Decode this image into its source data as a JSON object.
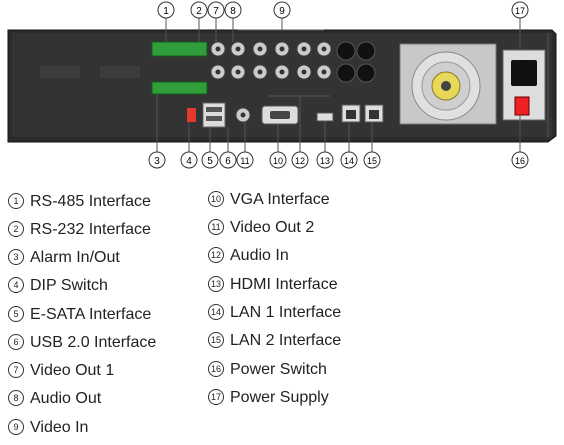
{
  "callouts_top": [
    "1",
    "2",
    "7",
    "8",
    "9",
    "17"
  ],
  "callouts_bottom": [
    "3",
    "4",
    "5",
    "6",
    "11",
    "10",
    "13",
    "14",
    "15",
    "12",
    "16"
  ],
  "legend": [
    {
      "n": "1",
      "label": "RS-485 Interface"
    },
    {
      "n": "2",
      "label": "RS-232 Interface"
    },
    {
      "n": "3",
      "label": "Alarm In/Out"
    },
    {
      "n": "4",
      "label": "DIP Switch"
    },
    {
      "n": "5",
      "label": "E-SATA Interface"
    },
    {
      "n": "6",
      "label": "USB 2.0 Interface"
    },
    {
      "n": "7",
      "label": "Video Out 1"
    },
    {
      "n": "8",
      "label": "Audio Out"
    },
    {
      "n": "9",
      "label": "Video In"
    },
    {
      "n": "10",
      "label": "VGA Interface"
    },
    {
      "n": "11",
      "label": "Video Out 2"
    },
    {
      "n": "12",
      "label": "Audio In"
    },
    {
      "n": "13",
      "label": "HDMI Interface"
    },
    {
      "n": "14",
      "label": "LAN 1 Interface"
    },
    {
      "n": "15",
      "label": "LAN 2 Interface"
    },
    {
      "n": "16",
      "label": "Power Switch"
    },
    {
      "n": "17",
      "label": "Power Supply"
    }
  ]
}
